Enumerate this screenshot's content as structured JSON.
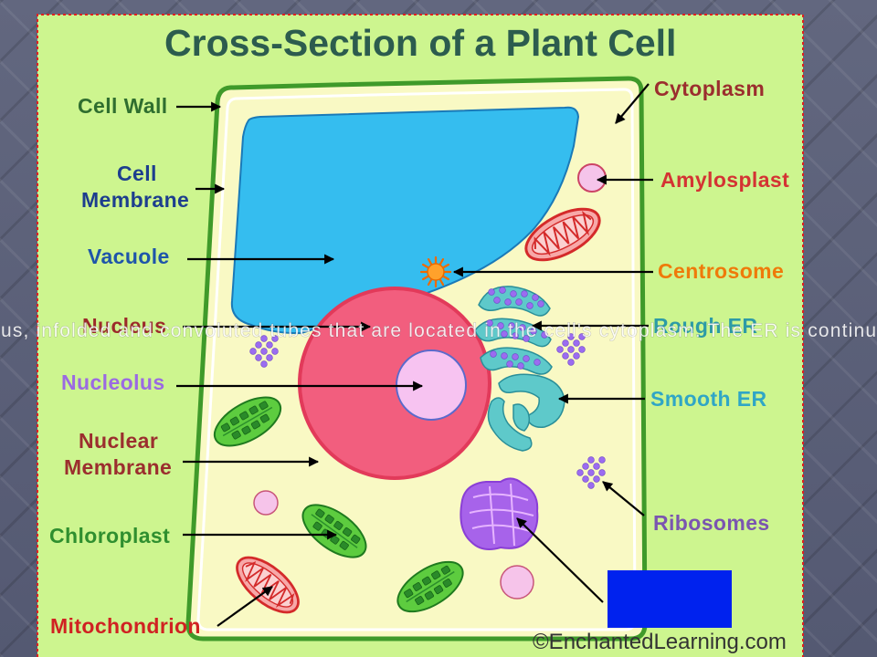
{
  "slide": {
    "overlay_text": "us, infolded and convoluted tubes that are located in the cell's cytoplasm. The ER is continu"
  },
  "diagram": {
    "title": "Cross-Section of a Plant Cell",
    "credit": "©EnchantedLearning.com",
    "labels": {
      "cell_wall": "Cell Wall",
      "cell_membrane": [
        "Cell",
        "Membrane"
      ],
      "vacuole": "Vacuole",
      "nucleus": "Nucleus",
      "nucleolus": "Nucleolus",
      "nuclear_membrane": [
        "Nuclear",
        "Membrane"
      ],
      "chloroplast": "Chloroplast",
      "mitochondrion": "Mitochondrion",
      "cytoplasm": "Cytoplasm",
      "amylosplast": "Amylosplast",
      "centrosome": "Centrosome",
      "rough_er": "Rough ER",
      "smooth_er": "Smooth ER",
      "ribosomes": "Ribosomes"
    }
  },
  "colors": {
    "slide_background": "#5a5e77",
    "panel": "#cdf58f",
    "panel_border": "#e02020",
    "cell_wall": "#3f9a2a",
    "cytoplasm": "#f9f9c4",
    "vacuole": "#35bdef",
    "nucleus": "#f25e7e",
    "nucleolus": "#f7c3f1",
    "answer_cover": "#0022ee",
    "overlay_text": "#ffffff",
    "title": "#2c5c4e",
    "credit": "#333333",
    "label_cell_wall": "#2f6e2f",
    "label_cell_membrane": "#1d3e8e",
    "label_vacuole": "#1e55aa",
    "label_nucleus": "#9b2a2a",
    "label_nucleolus": "#9b6ae2",
    "label_nuclear_membrane": "#9b2e2e",
    "label_chloroplast": "#2f8f2f",
    "label_mitochondrion": "#d02222",
    "label_cytoplasm": "#9b2e2e",
    "label_amylosplast": "#d43333",
    "label_centrosome": "#ef7a0a",
    "label_rough_er": "#2d9ba6",
    "label_smooth_er": "#2fa6c6",
    "label_ribosomes": "#7a55b0"
  }
}
